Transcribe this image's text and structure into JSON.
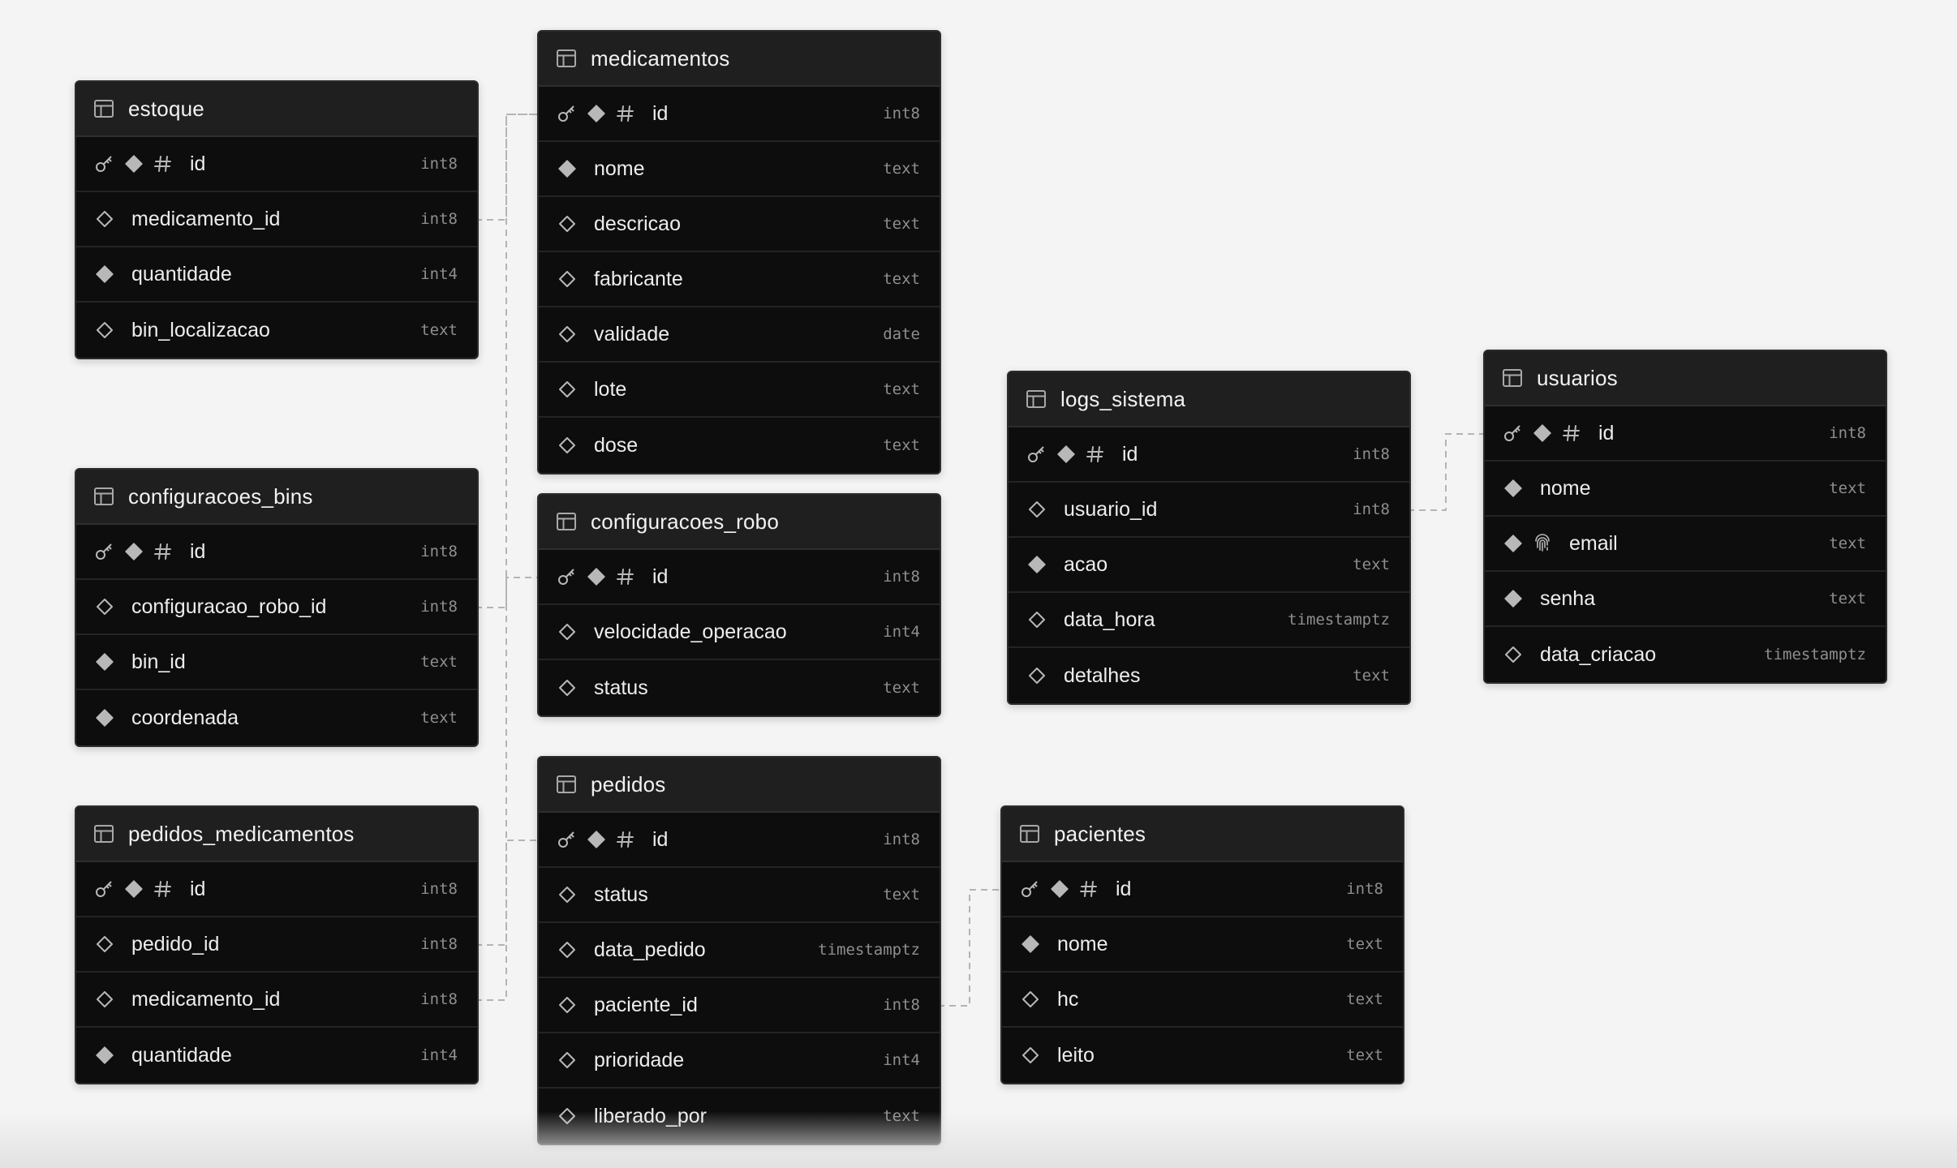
{
  "tables": [
    {
      "name": "estoque",
      "columns": [
        {
          "name": "id",
          "type": "int8",
          "pk": true,
          "identity": true
        },
        {
          "name": "medicamento_id",
          "type": "int8"
        },
        {
          "name": "quantidade",
          "type": "int4",
          "notnull": true
        },
        {
          "name": "bin_localizacao",
          "type": "text"
        }
      ]
    },
    {
      "name": "configuracoes_bins",
      "columns": [
        {
          "name": "id",
          "type": "int8",
          "pk": true,
          "identity": true
        },
        {
          "name": "configuracao_robo_id",
          "type": "int8"
        },
        {
          "name": "bin_id",
          "type": "text",
          "notnull": true
        },
        {
          "name": "coordenada",
          "type": "text",
          "notnull": true
        }
      ]
    },
    {
      "name": "pedidos_medicamentos",
      "columns": [
        {
          "name": "id",
          "type": "int8",
          "pk": true,
          "identity": true
        },
        {
          "name": "pedido_id",
          "type": "int8"
        },
        {
          "name": "medicamento_id",
          "type": "int8"
        },
        {
          "name": "quantidade",
          "type": "int4",
          "notnull": true
        }
      ]
    },
    {
      "name": "medicamentos",
      "columns": [
        {
          "name": "id",
          "type": "int8",
          "pk": true,
          "identity": true
        },
        {
          "name": "nome",
          "type": "text",
          "notnull": true
        },
        {
          "name": "descricao",
          "type": "text"
        },
        {
          "name": "fabricante",
          "type": "text"
        },
        {
          "name": "validade",
          "type": "date"
        },
        {
          "name": "lote",
          "type": "text"
        },
        {
          "name": "dose",
          "type": "text"
        }
      ]
    },
    {
      "name": "configuracoes_robo",
      "columns": [
        {
          "name": "id",
          "type": "int8",
          "pk": true,
          "identity": true
        },
        {
          "name": "velocidade_operacao",
          "type": "int4"
        },
        {
          "name": "status",
          "type": "text"
        }
      ]
    },
    {
      "name": "pedidos",
      "columns": [
        {
          "name": "id",
          "type": "int8",
          "pk": true,
          "identity": true
        },
        {
          "name": "status",
          "type": "text"
        },
        {
          "name": "data_pedido",
          "type": "timestamptz"
        },
        {
          "name": "paciente_id",
          "type": "int8"
        },
        {
          "name": "prioridade",
          "type": "int4"
        },
        {
          "name": "liberado_por",
          "type": "text"
        }
      ]
    },
    {
      "name": "logs_sistema",
      "columns": [
        {
          "name": "id",
          "type": "int8",
          "pk": true,
          "identity": true
        },
        {
          "name": "usuario_id",
          "type": "int8"
        },
        {
          "name": "acao",
          "type": "text",
          "notnull": true
        },
        {
          "name": "data_hora",
          "type": "timestamptz"
        },
        {
          "name": "detalhes",
          "type": "text"
        }
      ]
    },
    {
      "name": "pacientes",
      "columns": [
        {
          "name": "id",
          "type": "int8",
          "pk": true,
          "identity": true
        },
        {
          "name": "nome",
          "type": "text",
          "notnull": true
        },
        {
          "name": "hc",
          "type": "text"
        },
        {
          "name": "leito",
          "type": "text"
        }
      ]
    },
    {
      "name": "usuarios",
      "columns": [
        {
          "name": "id",
          "type": "int8",
          "pk": true,
          "identity": true
        },
        {
          "name": "nome",
          "type": "text",
          "notnull": true
        },
        {
          "name": "email",
          "type": "text",
          "notnull": true,
          "unique": true
        },
        {
          "name": "senha",
          "type": "text",
          "notnull": true
        },
        {
          "name": "data_criacao",
          "type": "timestamptz"
        }
      ]
    }
  ],
  "relations": [
    {
      "from_table": "estoque",
      "from_column": "medicamento_id",
      "to_table": "medicamentos",
      "to_column": "id"
    },
    {
      "from_table": "configuracoes_bins",
      "from_column": "configuracao_robo_id",
      "to_table": "configuracoes_robo",
      "to_column": "id"
    },
    {
      "from_table": "pedidos_medicamentos",
      "from_column": "pedido_id",
      "to_table": "pedidos",
      "to_column": "id"
    },
    {
      "from_table": "pedidos_medicamentos",
      "from_column": "medicamento_id",
      "to_table": "medicamentos",
      "to_column": "id"
    },
    {
      "from_table": "pedidos",
      "from_column": "paciente_id",
      "to_table": "pacientes",
      "to_column": "id"
    },
    {
      "from_table": "logs_sistema",
      "from_column": "usuario_id",
      "to_table": "usuarios",
      "to_column": "id"
    }
  ],
  "icons": {
    "table": "table-icon",
    "primary_key": "key-icon",
    "not_null": "filled-diamond-icon",
    "nullable": "outline-diamond-icon",
    "identity": "hash-icon",
    "unique": "fingerprint-icon"
  },
  "colors": {
    "canvas": "#f4f4f4",
    "node_body": "#0d0d0d",
    "node_header": "#1f1f1f",
    "text": "#f2f2f2",
    "type_text": "#8e8e8e",
    "icon": "#b8b8b8",
    "edge": "#b4b4b4"
  }
}
